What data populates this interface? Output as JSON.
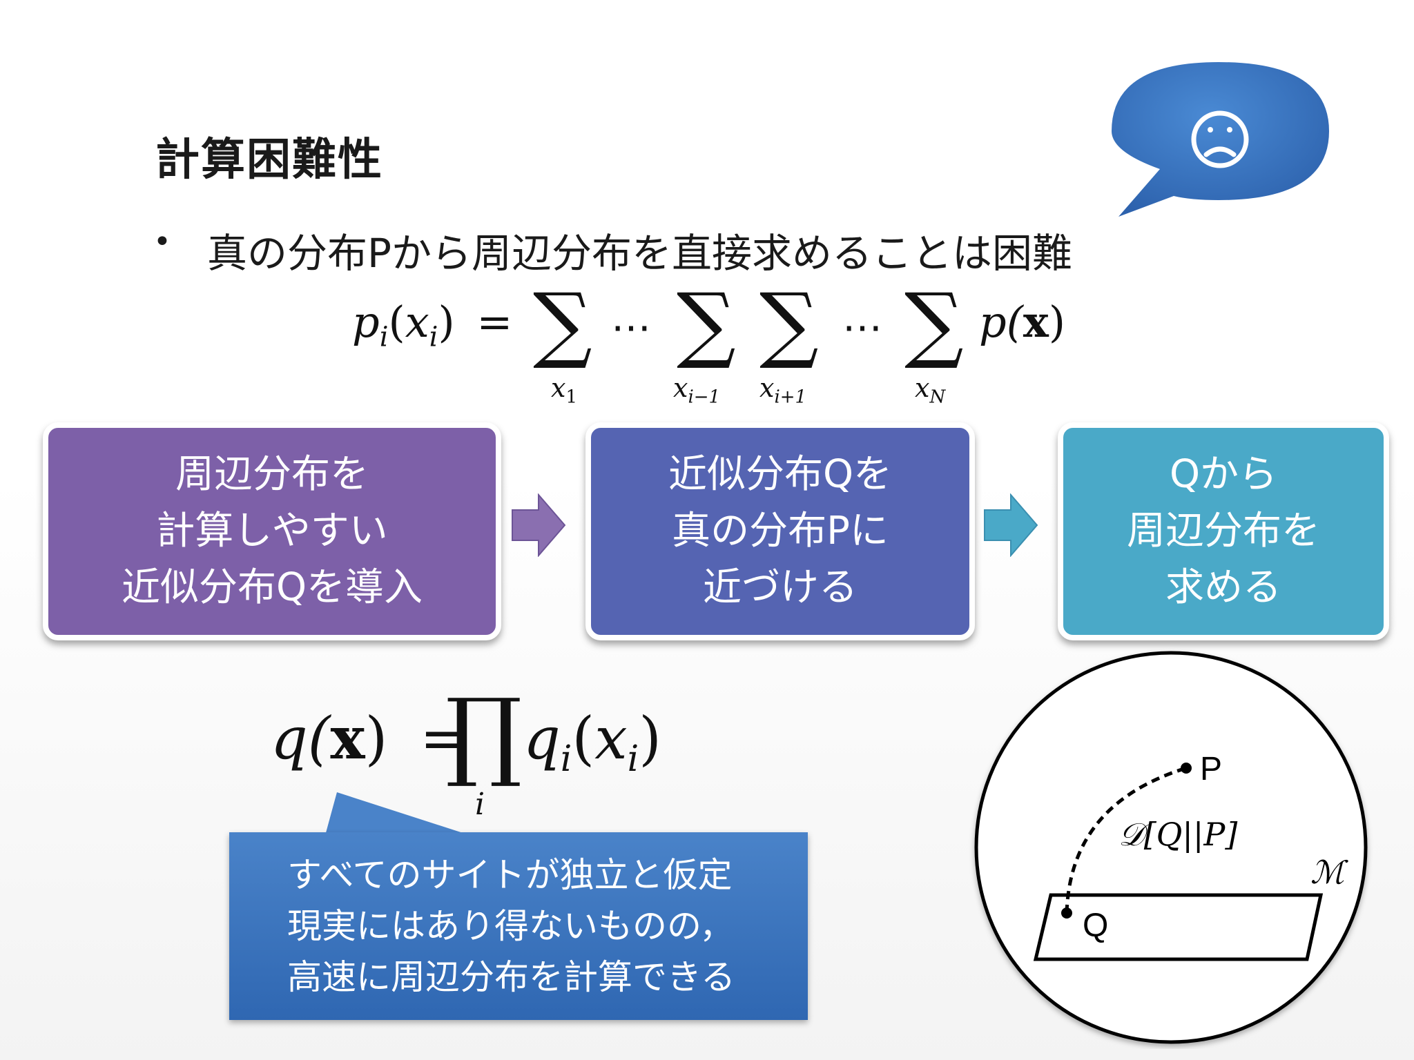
{
  "title": "計算困難性",
  "bullet": {
    "dot": "•",
    "text": "真の分布Pから周辺分布を直接求めることは困難"
  },
  "speech_bubble": {
    "icon": "sad-face-icon",
    "glyph": "☹",
    "color": "#3b78c2"
  },
  "formula1": {
    "lhs_p": "p",
    "lhs_sub": "i",
    "lhs_arg": "(x",
    "lhs_arg_sub": "i",
    "lhs_close": ")",
    "eq": "=",
    "sigma": "∑",
    "dots": "⋯",
    "sum_limits": [
      "x",
      "x",
      "x",
      "x"
    ],
    "sum_limit_subs": [
      "1",
      "i−1",
      "i+1",
      "N"
    ],
    "rhs_p": "p(",
    "rhs_x": "x",
    "rhs_close": ")"
  },
  "flow": {
    "box1": {
      "lines": [
        "周辺分布を",
        "計算しやすい",
        "近似分布Qを導入"
      ],
      "color": "#7d60a8"
    },
    "box2": {
      "lines": [
        "近似分布Qを",
        "真の分布Pに",
        "近づける"
      ],
      "color": "#5564b2"
    },
    "box3": {
      "lines": [
        "Qから",
        "周辺分布を",
        "求める"
      ],
      "color": "#4aa9c8"
    },
    "arrow1_color": "#8a6fb0",
    "arrow2_color": "#4aa9c8"
  },
  "formula2": {
    "lhs_q": "q(",
    "lhs_x": "x",
    "lhs_close": ")",
    "eq": "=",
    "prod": "∏",
    "prod_limit": "i",
    "rhs_q": "q",
    "rhs_sub": "i",
    "rhs_arg": "(x",
    "rhs_arg_sub": "i",
    "rhs_close": ")"
  },
  "callout": {
    "lines": [
      "すべてのサイトが独立と仮定",
      "現実にはあり得ないものの，",
      "高速に周辺分布を計算できる"
    ],
    "color": "#3a72bd"
  },
  "manifold_diagram": {
    "p_label": "P",
    "q_label": "Q",
    "divergence_label": "𝒟[Q||P]",
    "manifold_label": "ℳ"
  }
}
